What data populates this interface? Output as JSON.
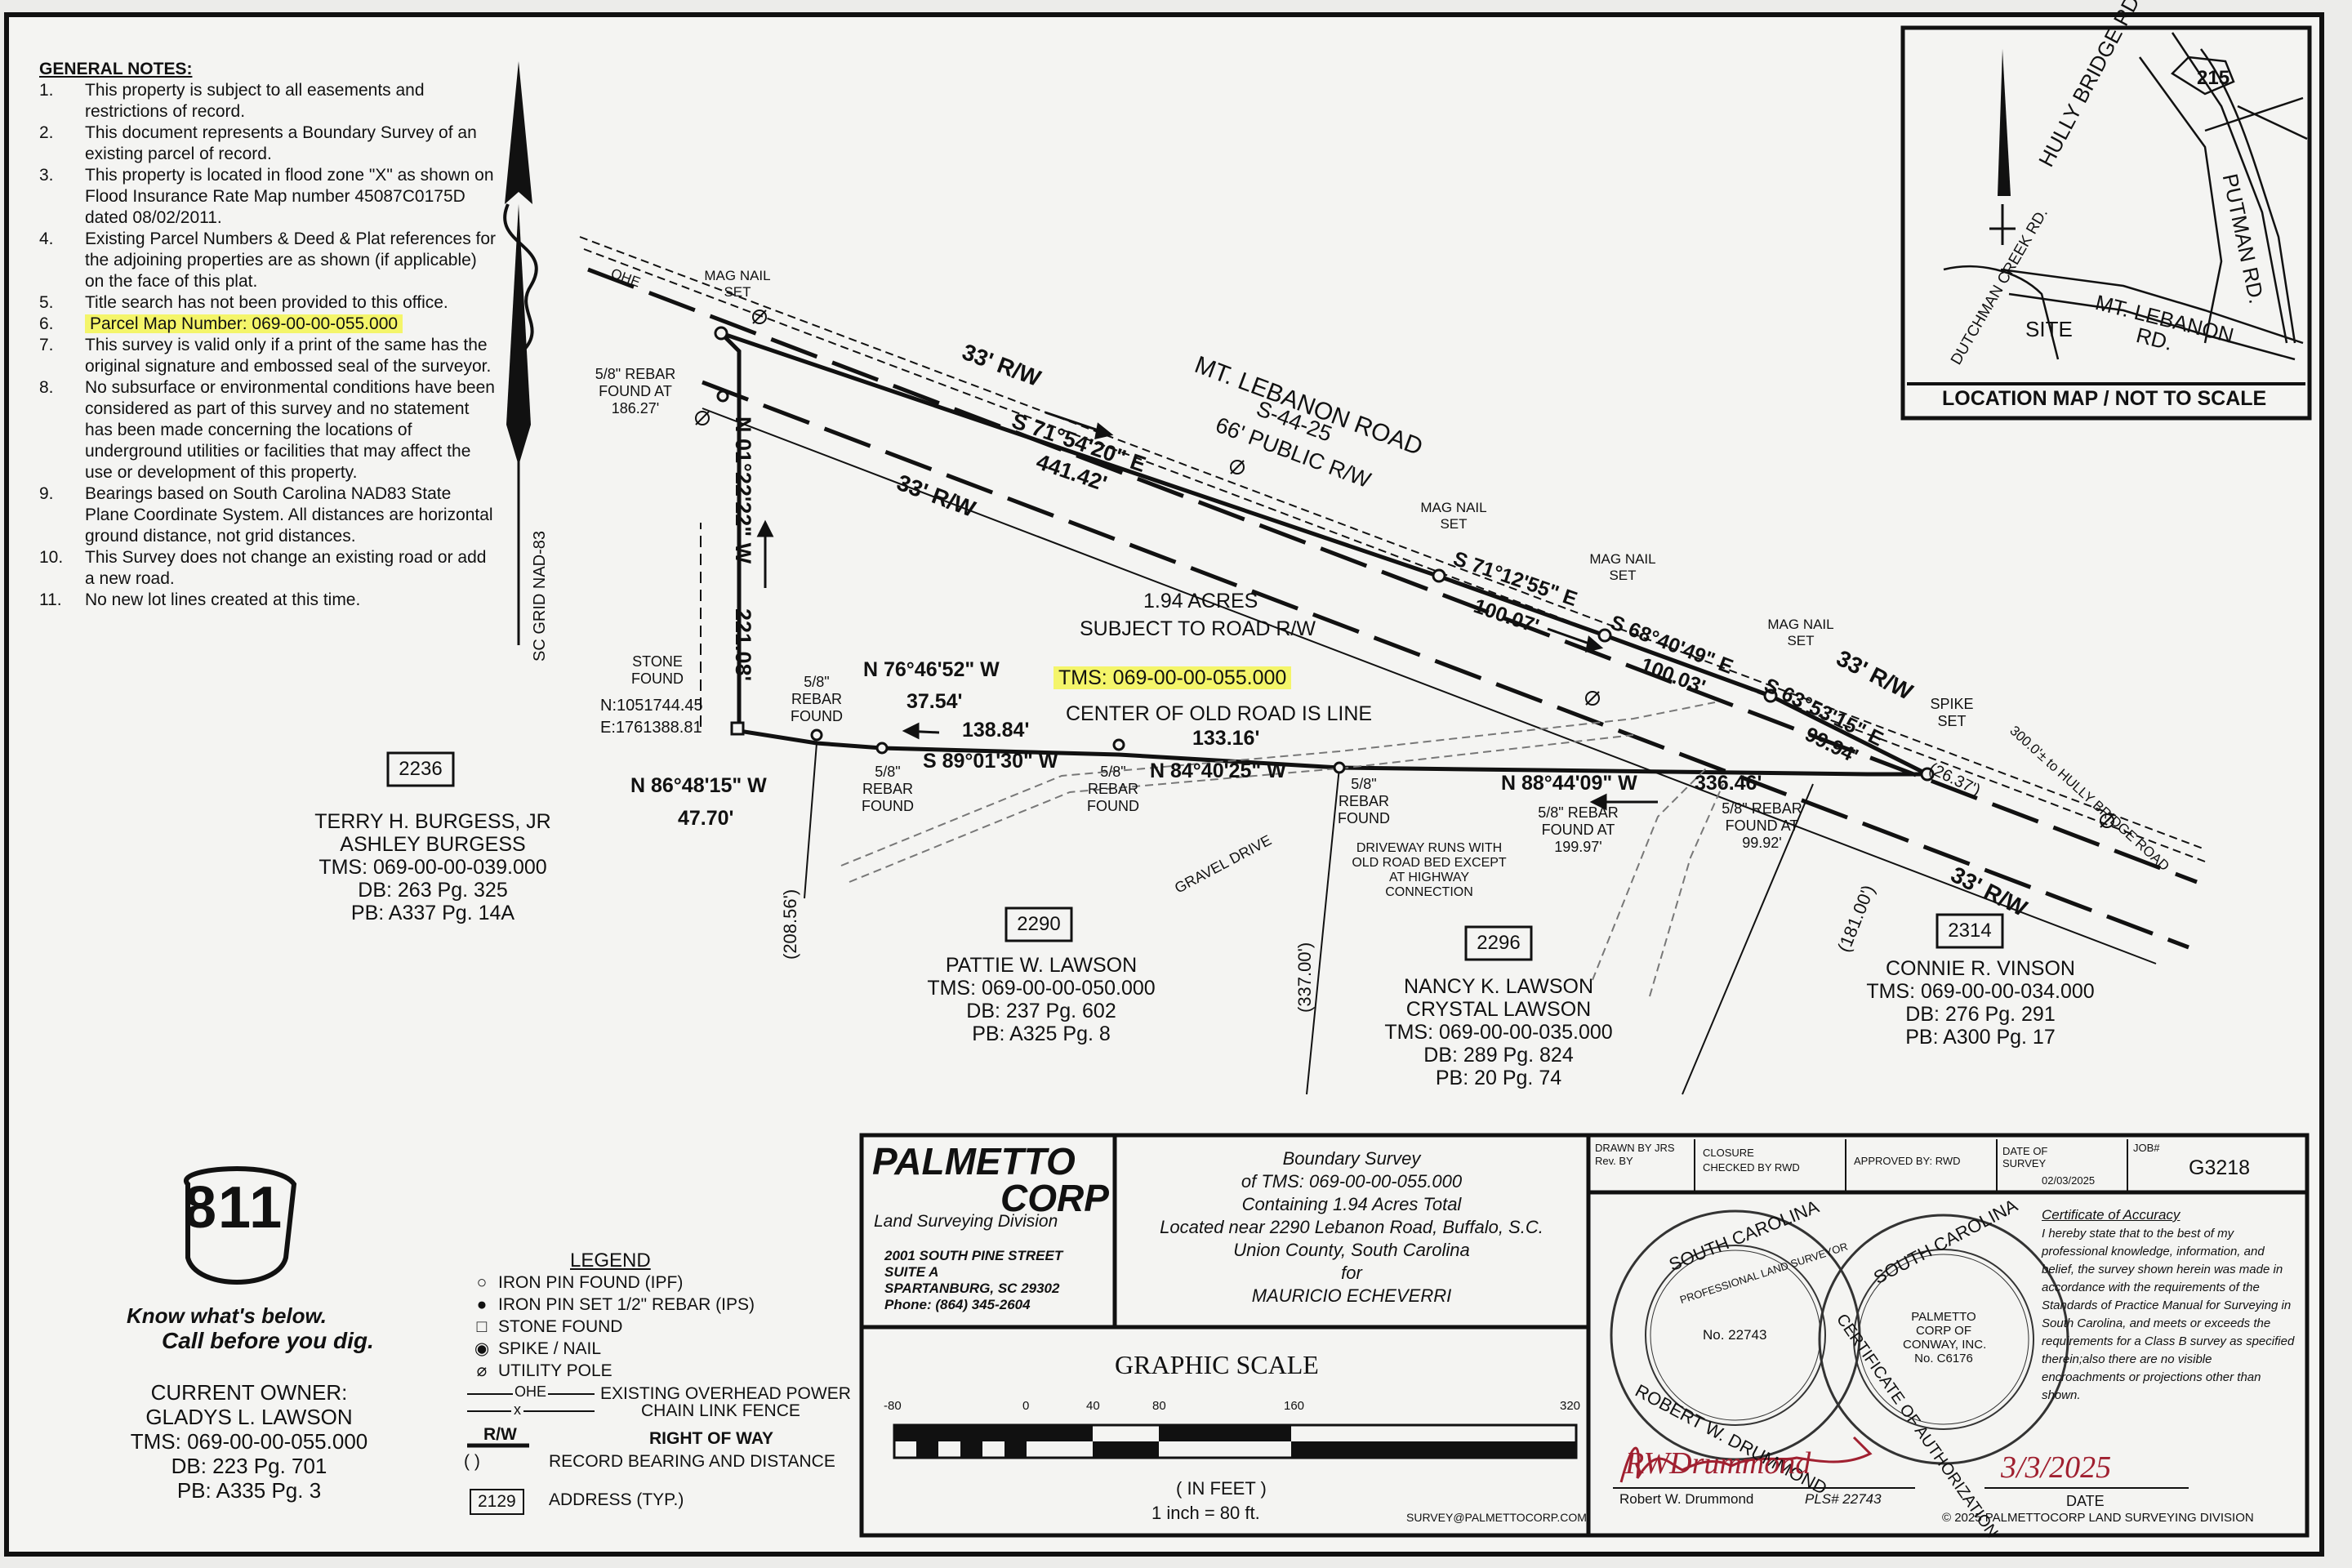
{
  "general_notes": {
    "title": "GENERAL NOTES:",
    "items": [
      {
        "num": "1.",
        "text": "This property is subject to all easements and restrictions of record."
      },
      {
        "num": "2.",
        "text": "This document represents a Boundary Survey of an existing parcel of record."
      },
      {
        "num": "3.",
        "text": "This property is located in flood zone \"X\" as shown on Flood Insurance Rate Map number 45087C0175D dated 08/02/2011."
      },
      {
        "num": "4.",
        "text": "Existing Parcel Numbers & Deed & Plat references for the adjoining properties are as shown (if applicable) on the face of this plat."
      },
      {
        "num": "5.",
        "text": "Title search has not been provided to this office."
      },
      {
        "num": "6.",
        "text": "Parcel Map Number: 069-00-00-055.000"
      },
      {
        "num": "7.",
        "text": "This survey is valid only if a print of the same has the original signature and embossed seal of the surveyor."
      },
      {
        "num": "8.",
        "text": "No subsurface or environmental conditions have been considered as part of this survey and no statement has been made concerning the locations of underground utilities or facilities that may affect the use or development of this property."
      },
      {
        "num": "9.",
        "text": "Bearings based on South Carolina NAD83 State Plane Coordinate System. All distances are horizontal ground distance, not grid distances."
      },
      {
        "num": "10.",
        "text": "This Survey does not change an existing road or add a new road."
      },
      {
        "num": "11.",
        "text": "No new lot lines created at this time."
      }
    ]
  },
  "north_arrow_label": "SC GRID NAD-83",
  "location_map": {
    "caption": "LOCATION MAP / NOT TO SCALE",
    "route": "215",
    "hully_bridge": "HULLY BRIDGE RD.",
    "putman": "PUTMAN RD.",
    "mt_lebanon_1": "MT. LEBANON",
    "mt_lebanon_2": "RD.",
    "dutchman": "DUTCHMAN CREEK RD.",
    "site": "SITE"
  },
  "road": {
    "name": "MT. LEBANON ROAD",
    "number": "S-44-25",
    "width": "66' PUBLIC R/W",
    "rw1": "33' R/W",
    "rw2": "33' R/W",
    "rw3": "33' R/W",
    "rw4": "33' R/W",
    "ohe": "OHE",
    "to_hully": "300.0'± to HULLY BRIDGE ROAD"
  },
  "boundary": {
    "brg_north": "S 71°54'20\" E",
    "dist_north": "441.42'",
    "brg_west": "N 01°22'22\" W",
    "dist_west": "221.08'",
    "brg_e1": "S 71°12'55\" E",
    "dist_e1": "100.07'",
    "brg_e2": "S 68°40'49\" E",
    "dist_e2": "100.03'",
    "brg_e3": "S 63°53'15\" E",
    "dist_e3": "99.94'",
    "dist_e4": "(26.37')",
    "brg_s1": "N 76°46'52\" W",
    "dist_s1": "37.54'",
    "brg_s2": "S 89°01'30\" W",
    "dist_s2": "138.84'",
    "brg_s3": "N 84°40'25\" W",
    "dist_s3": "133.16'",
    "brg_s4": "N 88°44'09\" W",
    "dist_s4": "336.46'",
    "brg_sw": "N 86°48'15\" W",
    "dist_sw": "47.70'",
    "rec_208": "(208.56')",
    "rec_337": "(337.00')",
    "rec_181": "(181.00')",
    "area": "1.94 ACRES",
    "area_note": "SUBJECT TO ROAD R/W",
    "tms": "TMS: 069-00-00-055.000",
    "center_note": "CENTER OF OLD ROAD IS LINE"
  },
  "monuments": {
    "mag1": "MAG NAIL SET",
    "mag2": "MAG NAIL SET",
    "mag3": "MAG NAIL SET",
    "mag4": "MAG NAIL SET",
    "rebar_nw": "5/8\" REBAR FOUND AT 186.27'",
    "stone": "STONE FOUND",
    "coord_n": "N:1051744.45",
    "coord_e": "E:1761388.81",
    "rebar1": "5/8\" REBAR FOUND",
    "rebar2": "5/8\" REBAR FOUND",
    "rebar3": "5/8\" REBAR FOUND",
    "rebar4": "5/8\" REBAR FOUND",
    "rebar5": "5/8\" REBAR FOUND AT 199.97'",
    "rebar6": "5/8\" REBAR FOUND AT 99.92'",
    "spike": "SPIKE SET",
    "gravel": "GRAVEL DRIVE",
    "driveway": "DRIVEWAY RUNS WITH OLD ROAD BED EXCEPT AT HIGHWAY CONNECTION"
  },
  "adjoiners": [
    {
      "address": "2236",
      "name1": "TERRY H. BURGESS, JR",
      "name2": "ASHLEY BURGESS",
      "tms": "TMS: 069-00-00-039.000",
      "db": "DB: 263 Pg. 325",
      "pb": "PB: A337 Pg. 14A"
    },
    {
      "address": "2290",
      "name1": "PATTIE W. LAWSON",
      "name2": "",
      "tms": "TMS: 069-00-00-050.000",
      "db": "DB: 237 Pg. 602",
      "pb": "PB: A325 Pg. 8"
    },
    {
      "address": "2296",
      "name1": "NANCY K. LAWSON",
      "name2": "CRYSTAL LAWSON",
      "tms": "TMS: 069-00-00-035.000",
      "db": "DB: 289 Pg. 824",
      "pb": "PB: 20 Pg. 74"
    },
    {
      "address": "2314",
      "name1": "CONNIE R. VINSON",
      "name2": "",
      "tms": "TMS: 069-00-00-034.000",
      "db": "DB: 276 Pg. 291",
      "pb": "PB: A300 Pg. 17"
    }
  ],
  "logo_811": {
    "number": "811",
    "line1": "Know what's below.",
    "line2": "Call before you dig."
  },
  "current_owner": {
    "label": "CURRENT OWNER:",
    "name": "GLADYS L. LAWSON",
    "tms": "TMS: 069-00-00-055.000",
    "db": "DB: 223 Pg. 701",
    "pb": "PB: A335 Pg. 3"
  },
  "legend": {
    "title": "LEGEND",
    "items": [
      {
        "sym": "○",
        "label": "IRON PIN FOUND (IPF)"
      },
      {
        "sym": "●",
        "label": "IRON PIN SET 1/2\" REBAR (IPS)"
      },
      {
        "sym": "□",
        "label": "STONE FOUND"
      },
      {
        "sym": "◉",
        "label": "SPIKE / NAIL"
      },
      {
        "sym": "⌀",
        "label": "UTILITY POLE"
      }
    ],
    "ohe_sym": "OHE",
    "ohe_label": "EXISTING OVERHEAD POWER",
    "fence_sym": "x",
    "fence_label": "CHAIN LINK FENCE",
    "rw_sym": "R/W",
    "rw_label": "RIGHT OF WAY",
    "record_sym": "(         )",
    "record_label": "RECORD BEARING AND DISTANCE",
    "address_sym": "2129",
    "address_label": "ADDRESS (TYP.)"
  },
  "company": {
    "name1": "PALMETTO",
    "name2": "CORP",
    "division": "Land Surveying Division",
    "addr1": "2001 SOUTH PINE STREET",
    "addr2": "SUITE A",
    "addr3": "SPARTANBURG, SC 29302",
    "phone": "Phone: (864) 345-2604",
    "email": "SURVEY@PALMETTOCORP.COM",
    "copyright": "© 2025 PALMETTOCORP LAND SURVEYING DIVISION"
  },
  "survey_title": {
    "line1": "Boundary Survey",
    "line2": "of TMS: 069-00-00-055.000",
    "line3": "Containing 1.94 Acres Total",
    "line4": "Located near 2290 Lebanon Road, Buffalo, S.C.",
    "line5": "Union County, South Carolina",
    "line6": "for",
    "line7": "MAURICIO ECHEVERRI"
  },
  "graphic_scale": {
    "title": "GRAPHIC SCALE",
    "ticks": [
      "-80",
      "0",
      "40",
      "80",
      "160",
      "320"
    ],
    "unit": "( IN FEET )",
    "ratio": "1 inch = 80 ft."
  },
  "title_block": {
    "drawn_label": "DRAWN BY",
    "drawn_val": "JRS",
    "rev_label": "Rev. BY",
    "closure_label": "CLOSURE",
    "checked_label": "CHECKED BY",
    "checked_val": "RWD",
    "approved_label": "APPROVED BY:",
    "approved_val": "RWD",
    "date_label": "DATE OF SURVEY",
    "date_val": "02/03/2025",
    "job_label": "JOB#",
    "job_val": "G3218"
  },
  "seal1": {
    "ring_top": "SOUTH CAROLINA",
    "ring_inner": "PROFESSIONAL LAND SURVEYOR",
    "number": "No. 22743",
    "ring_bottom": "ROBERT W. DRUMMOND"
  },
  "seal2": {
    "ring_top": "SOUTH CAROLINA",
    "ring_bottom": "CERTIFICATE OF AUTHORIZATION",
    "c1": "PALMETTO",
    "c2": "CORP OF",
    "c3": "CONWAY, INC.",
    "c4": "No. C6176"
  },
  "signature": {
    "signed": "RWDrummond",
    "printed": "Robert W. Drummond",
    "pls": "PLS# 22743",
    "date": "3/3/2025",
    "date_label": "DATE"
  },
  "certificate": {
    "title": "Certificate of Accuracy",
    "text": "I hereby state that to the best of my professional knowledge, information, and belief, the survey shown herein was made in accordance with the requirements of the Standards of Practice Manual for Surveying in South Carolina, and meets or exceeds the requirements for a Class B survey as specified therein;also there are no visible encroachments or projections other than shown."
  },
  "colors": {
    "paper": "#f4f4f2",
    "ink": "#111111",
    "highlight": "#f4f56a",
    "background": "#ececea"
  }
}
